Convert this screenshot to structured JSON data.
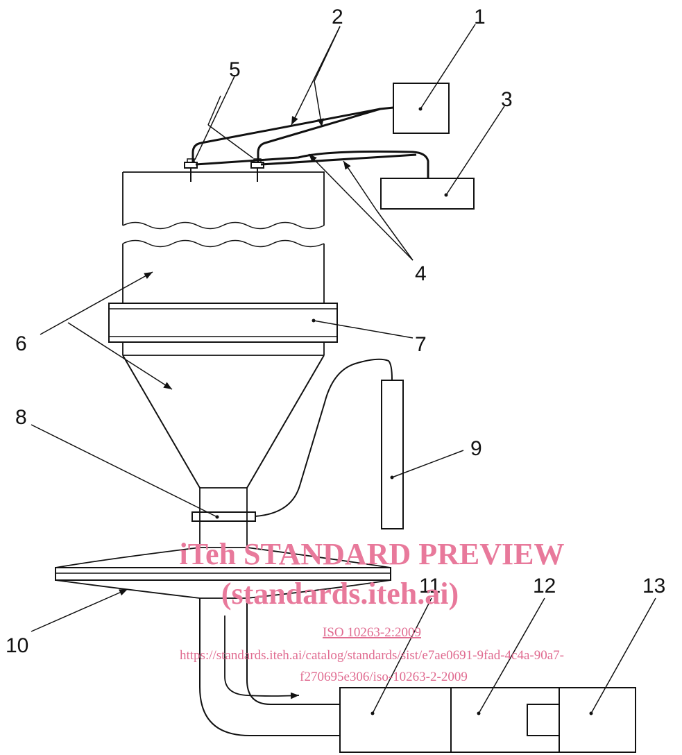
{
  "diagram": {
    "callouts": [
      "1",
      "2",
      "3",
      "4",
      "5",
      "6",
      "7",
      "8",
      "9",
      "10",
      "11",
      "12",
      "13"
    ]
  },
  "watermark": {
    "title": "iTeh STANDARD PREVIEW",
    "subtitle": "(standards.iteh.ai)",
    "doc_ref": "ISO 10263-2:2009",
    "url_line1": "https://standards.iteh.ai/catalog/standards/sist/e7ae0691-9fad-4c4a-90a7-",
    "url_line2": "f270695e306/iso-10263-2-2009"
  }
}
